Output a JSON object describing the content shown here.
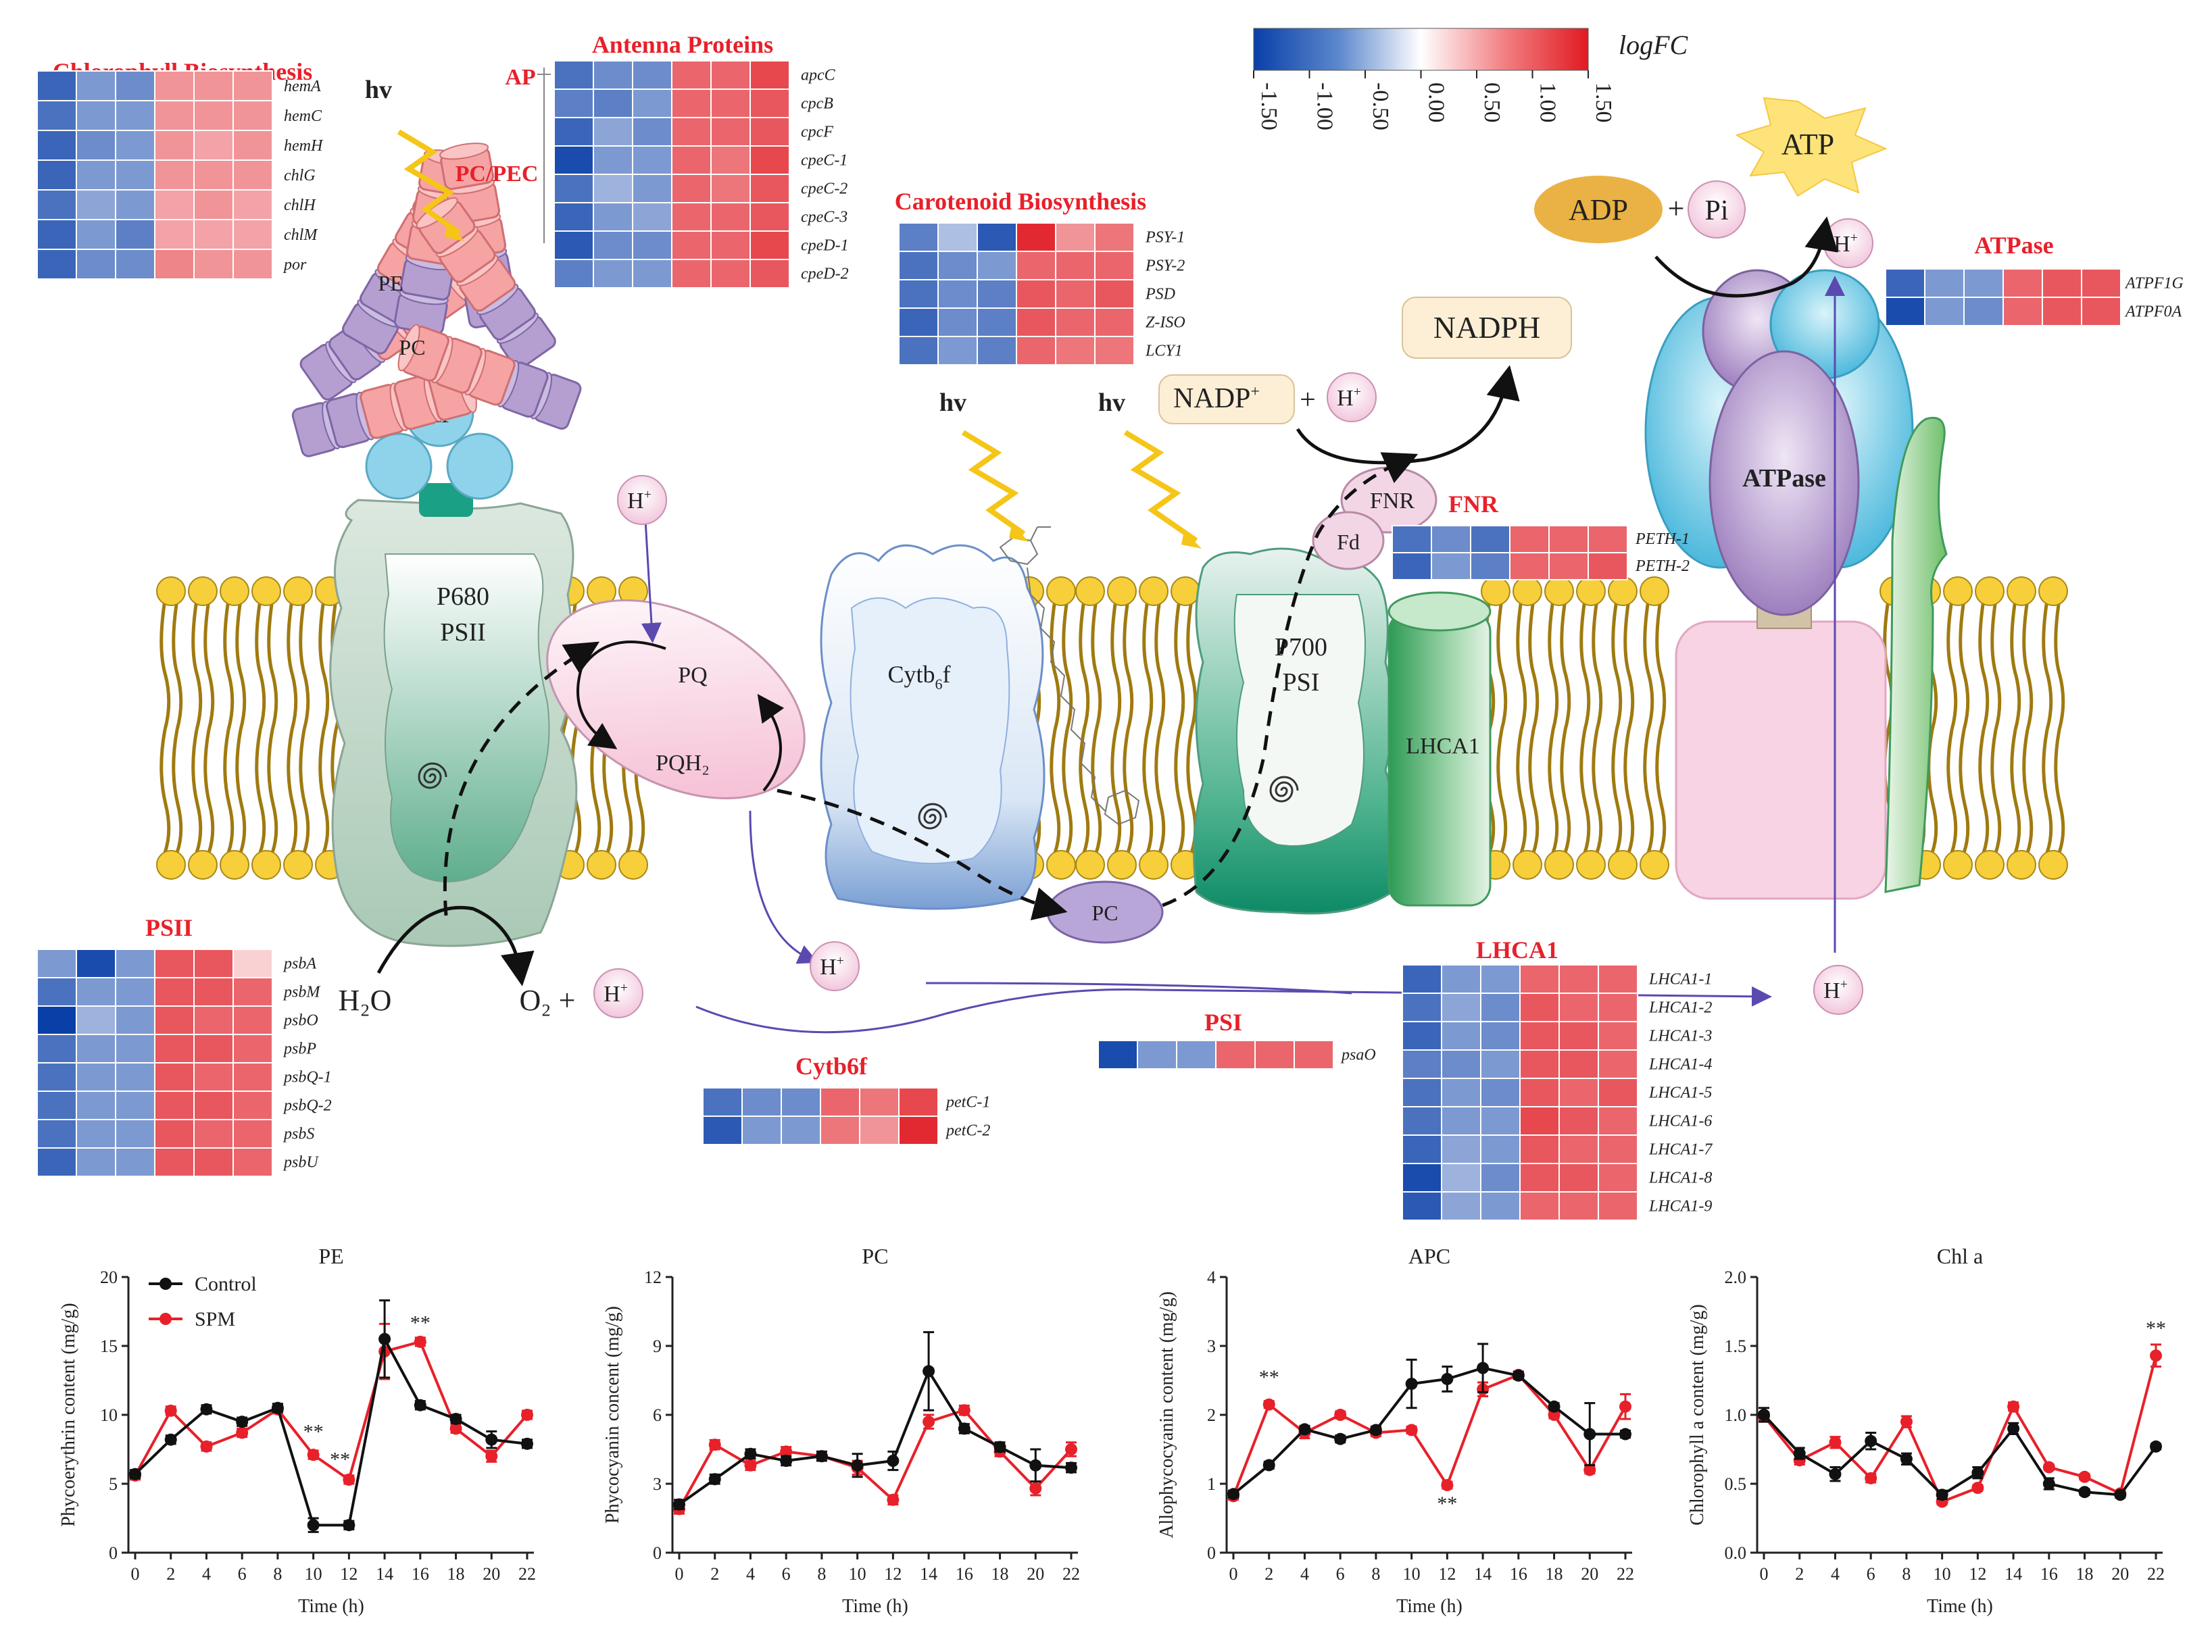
{
  "legend": {
    "title": "logFC",
    "ticks": [
      "-1.50",
      "-1.00",
      "-0.50",
      "0.00",
      "0.50",
      "1.00",
      "1.50"
    ]
  },
  "heatmaps": [
    {
      "id": "chl",
      "title": "Chlorophyll Biosynthesis",
      "genes": [
        "hemA",
        "hemC",
        "hemH",
        "chlG",
        "chlH",
        "chlM",
        "por"
      ],
      "values": [
        [
          -1.2,
          -0.8,
          -0.9,
          0.7,
          0.7,
          0.7
        ],
        [
          -1.1,
          -0.8,
          -0.8,
          0.7,
          0.7,
          0.7
        ],
        [
          -1.2,
          -0.9,
          -0.8,
          0.7,
          0.6,
          0.7
        ],
        [
          -1.2,
          -0.8,
          -0.8,
          0.7,
          0.7,
          0.7
        ],
        [
          -1.1,
          -0.7,
          -0.8,
          0.6,
          0.7,
          0.6
        ],
        [
          -1.2,
          -0.8,
          -1.0,
          0.6,
          0.6,
          0.6
        ],
        [
          -1.2,
          -0.9,
          -0.9,
          0.8,
          0.7,
          0.7
        ]
      ]
    },
    {
      "id": "antenna",
      "title": "Antenna Proteins",
      "genes": [
        "apcC",
        "cpcB",
        "cpcF",
        "cpeC-1",
        "cpeC-2",
        "cpeC-3",
        "cpeD-1",
        "cpeD-2"
      ],
      "values": [
        [
          -1.1,
          -0.9,
          -0.9,
          1.0,
          1.0,
          1.2
        ],
        [
          -1.0,
          -1.0,
          -0.8,
          1.0,
          1.0,
          1.1
        ],
        [
          -1.2,
          -0.7,
          -0.9,
          1.0,
          1.0,
          1.1
        ],
        [
          -1.4,
          -0.8,
          -0.8,
          1.0,
          0.9,
          1.2
        ],
        [
          -1.1,
          -0.6,
          -0.8,
          1.0,
          0.9,
          1.1
        ],
        [
          -1.2,
          -0.8,
          -0.7,
          1.0,
          1.0,
          1.1
        ],
        [
          -1.3,
          -0.9,
          -0.9,
          1.0,
          1.0,
          1.2
        ],
        [
          -1.0,
          -0.8,
          -0.8,
          1.0,
          1.0,
          1.1
        ]
      ]
    },
    {
      "id": "carot",
      "title": "Carotenoid Biosynthesis",
      "genes": [
        "PSY-1",
        "PSY-2",
        "PSD",
        "Z-ISO",
        "LCY1"
      ],
      "values": [
        [
          -1.0,
          -0.5,
          -1.3,
          1.4,
          0.7,
          0.9
        ],
        [
          -1.1,
          -0.9,
          -0.8,
          1.0,
          1.0,
          1.0
        ],
        [
          -1.1,
          -0.9,
          -1.0,
          1.1,
          1.0,
          1.1
        ],
        [
          -1.2,
          -0.9,
          -1.0,
          1.1,
          1.0,
          1.0
        ],
        [
          -1.1,
          -0.8,
          -1.0,
          1.0,
          0.9,
          0.9
        ]
      ]
    },
    {
      "id": "atpase",
      "title": "ATPase",
      "genes": [
        "ATPF1G",
        "ATPF0A"
      ],
      "values": [
        [
          -1.2,
          -0.8,
          -0.8,
          1.0,
          1.1,
          1.1
        ],
        [
          -1.4,
          -0.8,
          -0.9,
          1.0,
          1.1,
          1.1
        ]
      ]
    },
    {
      "id": "fnr",
      "title": "FNR",
      "genes": [
        "PETH-1",
        "PETH-2"
      ],
      "values": [
        [
          -1.1,
          -0.9,
          -1.1,
          1.0,
          1.0,
          1.0
        ],
        [
          -1.2,
          -0.8,
          -1.0,
          1.0,
          1.0,
          1.1
        ]
      ]
    },
    {
      "id": "psii",
      "title": "PSII",
      "genes": [
        "psbA",
        "psbM",
        "psbO",
        "psbP",
        "psbQ-1",
        "psbQ-2",
        "psbS",
        "psbU"
      ],
      "values": [
        [
          -0.8,
          -1.4,
          -0.8,
          1.1,
          1.1,
          0.3
        ],
        [
          -1.1,
          -0.8,
          -0.8,
          1.1,
          1.1,
          1.0
        ],
        [
          -1.5,
          -0.6,
          -0.8,
          1.1,
          1.0,
          1.0
        ],
        [
          -1.1,
          -0.8,
          -0.8,
          1.1,
          1.1,
          1.0
        ],
        [
          -1.1,
          -0.8,
          -0.8,
          1.1,
          1.0,
          1.0
        ],
        [
          -1.1,
          -0.8,
          -0.8,
          1.1,
          1.1,
          1.0
        ],
        [
          -1.1,
          -0.8,
          -0.8,
          1.1,
          1.0,
          1.0
        ],
        [
          -1.2,
          -0.8,
          -0.8,
          1.1,
          1.1,
          1.0
        ]
      ]
    },
    {
      "id": "cytb6f",
      "title": "Cytb6f",
      "genes": [
        "petC-1",
        "petC-2"
      ],
      "values": [
        [
          -1.1,
          -0.9,
          -0.9,
          1.0,
          0.9,
          1.2
        ],
        [
          -1.3,
          -0.8,
          -0.8,
          0.9,
          0.7,
          1.4
        ]
      ]
    },
    {
      "id": "psi",
      "title": "PSI",
      "genes": [
        "psaO"
      ],
      "values": [
        [
          -1.4,
          -0.8,
          -0.8,
          1.0,
          1.0,
          1.0
        ]
      ]
    },
    {
      "id": "lhca1",
      "title": "LHCA1",
      "genes": [
        "LHCA1-1",
        "LHCA1-2",
        "LHCA1-3",
        "LHCA1-4",
        "LHCA1-5",
        "LHCA1-6",
        "LHCA1-7",
        "LHCA1-8",
        "LHCA1-9"
      ],
      "values": [
        [
          -1.2,
          -0.8,
          -0.8,
          1.0,
          1.0,
          1.0
        ],
        [
          -1.1,
          -0.7,
          -0.9,
          1.1,
          1.0,
          1.0
        ],
        [
          -1.2,
          -0.8,
          -0.9,
          1.1,
          1.1,
          1.0
        ],
        [
          -1.0,
          -0.9,
          -0.8,
          1.1,
          1.1,
          1.0
        ],
        [
          -1.1,
          -0.8,
          -0.9,
          1.1,
          1.0,
          1.1
        ],
        [
          -1.1,
          -0.8,
          -0.8,
          1.2,
          1.1,
          1.0
        ],
        [
          -1.2,
          -0.7,
          -0.8,
          1.1,
          1.0,
          1.0
        ],
        [
          -1.4,
          -0.6,
          -0.9,
          1.1,
          1.1,
          1.0
        ],
        [
          -1.3,
          -0.7,
          -0.8,
          1.0,
          1.0,
          1.0
        ]
      ]
    }
  ],
  "labels": {
    "hv": "hv",
    "ap_red": "AP",
    "pcpec_red": "PC/PEC",
    "pe": "PE",
    "pc": "PC",
    "ap": "AP",
    "p680": "P680",
    "psii": "PSII",
    "p700": "P700",
    "psi": "PSI",
    "pq": "PQ",
    "pqh2": "PQH₂",
    "cytb6f_a": "Cytb",
    "cytb6f_sub": "6",
    "cytb6f_b": "f",
    "lhca1": "LHCA1",
    "atpase": "ATPase",
    "fnr": "FNR",
    "fd": "Fd",
    "pc_small": "PC",
    "h": "H",
    "hplus": "+",
    "h2o": "H₂O",
    "o2": "O₂ +",
    "atp": "ATP",
    "adp": "ADP",
    "plus": "+",
    "pi": "Pi",
    "nadph": "NADPH",
    "nadp": "NADP",
    "nadp_sup": "+"
  },
  "chart_data": [
    {
      "type": "line",
      "title": "PE",
      "xlabel": "Time (h)",
      "ylabel": "Phycoerythrin content (mg/g)",
      "ylim": [
        0,
        20
      ],
      "yticks": [
        0,
        5,
        10,
        15,
        20
      ],
      "xticks": [
        0,
        2,
        4,
        6,
        8,
        10,
        12,
        14,
        16,
        18,
        20,
        22
      ],
      "legend": [
        "Control",
        "SPM"
      ],
      "x": [
        0,
        2,
        4,
        6,
        8,
        10,
        12,
        14,
        16,
        18,
        20,
        22
      ],
      "series": [
        {
          "name": "Control",
          "color": "#111111",
          "values": [
            5.7,
            8.2,
            10.4,
            9.5,
            10.5,
            2.0,
            2.0,
            15.5,
            10.7,
            9.7,
            8.2,
            7.9
          ],
          "err": [
            0.3,
            0.3,
            0.3,
            0.3,
            0.3,
            0.5,
            0.3,
            2.8,
            0.3,
            0.3,
            0.6,
            0.3
          ]
        },
        {
          "name": "SPM",
          "color": "#e8202a",
          "values": [
            5.6,
            10.3,
            7.7,
            8.7,
            10.4,
            7.1,
            5.3,
            14.6,
            15.3,
            9.0,
            7.0,
            10.0
          ],
          "err": [
            0.3,
            0.3,
            0.3,
            0.3,
            0.3,
            0.3,
            0.3,
            2.0,
            0.3,
            0.3,
            0.4,
            0.3
          ]
        }
      ],
      "annotations": [
        {
          "x": 10,
          "y": 8.3,
          "text": "**"
        },
        {
          "x": 11.5,
          "y": 6.3,
          "text": "**"
        },
        {
          "x": 16,
          "y": 16.2,
          "text": "**"
        }
      ]
    },
    {
      "type": "line",
      "title": "PC",
      "xlabel": "Time (h)",
      "ylabel": "Phycocyanin concent (mg/g)",
      "ylim": [
        0,
        12
      ],
      "yticks": [
        0,
        3,
        6,
        9,
        12
      ],
      "xticks": [
        0,
        2,
        4,
        6,
        8,
        10,
        12,
        14,
        16,
        18,
        20,
        22
      ],
      "x": [
        0,
        2,
        4,
        6,
        8,
        10,
        12,
        14,
        16,
        18,
        20,
        22
      ],
      "series": [
        {
          "name": "Control",
          "color": "#111111",
          "values": [
            2.1,
            3.2,
            4.3,
            4.0,
            4.2,
            3.8,
            4.0,
            7.9,
            5.4,
            4.6,
            3.8,
            3.7
          ],
          "err": [
            0.2,
            0.2,
            0.2,
            0.2,
            0.2,
            0.5,
            0.4,
            1.7,
            0.2,
            0.2,
            0.7,
            0.2
          ]
        },
        {
          "name": "SPM",
          "color": "#e8202a",
          "values": [
            1.9,
            4.7,
            3.8,
            4.4,
            4.2,
            3.7,
            2.3,
            5.7,
            6.2,
            4.4,
            2.8,
            4.5
          ],
          "err": [
            0.2,
            0.2,
            0.2,
            0.2,
            0.2,
            0.3,
            0.2,
            0.3,
            0.2,
            0.2,
            0.3,
            0.3
          ]
        }
      ]
    },
    {
      "type": "line",
      "title": "APC",
      "xlabel": "Time (h)",
      "ylabel": "Allophycocyanin content (mg/g)",
      "ylim": [
        0,
        4
      ],
      "yticks": [
        0,
        1,
        2,
        3,
        4
      ],
      "xticks": [
        0,
        2,
        4,
        6,
        8,
        10,
        12,
        14,
        16,
        18,
        20,
        22
      ],
      "x": [
        0,
        2,
        4,
        6,
        8,
        10,
        12,
        14,
        16,
        18,
        20,
        22
      ],
      "series": [
        {
          "name": "Control",
          "color": "#111111",
          "values": [
            0.85,
            1.27,
            1.79,
            1.65,
            1.78,
            2.45,
            2.52,
            2.68,
            2.57,
            2.12,
            1.72,
            1.72
          ],
          "err": [
            0.05,
            0.05,
            0.05,
            0.05,
            0.05,
            0.35,
            0.18,
            0.35,
            0.05,
            0.05,
            0.45,
            0.05
          ]
        },
        {
          "name": "SPM",
          "color": "#e8202a",
          "values": [
            0.82,
            2.15,
            1.74,
            2.0,
            1.74,
            1.78,
            0.98,
            2.37,
            2.58,
            2.0,
            1.2,
            2.12
          ],
          "err": [
            0.05,
            0.05,
            0.08,
            0.05,
            0.05,
            0.05,
            0.05,
            0.1,
            0.05,
            0.05,
            0.05,
            0.18
          ]
        }
      ],
      "annotations": [
        {
          "x": 2,
          "y": 2.45,
          "text": "**"
        },
        {
          "x": 12,
          "y": 0.62,
          "text": "**"
        }
      ]
    },
    {
      "type": "line",
      "title": "Chl a",
      "xlabel": "Time (h)",
      "ylabel": "Chlorophyll a content (mg/g)",
      "ylim": [
        0,
        2
      ],
      "yticks": [
        "0.0",
        "0.5",
        "1.0",
        "1.5",
        "2.0"
      ],
      "xticks": [
        0,
        2,
        4,
        6,
        8,
        10,
        12,
        14,
        16,
        18,
        20,
        22
      ],
      "x": [
        0,
        2,
        4,
        6,
        8,
        10,
        12,
        14,
        16,
        18,
        20,
        22
      ],
      "series": [
        {
          "name": "Control",
          "color": "#111111",
          "values": [
            1.0,
            0.72,
            0.57,
            0.81,
            0.68,
            0.42,
            0.58,
            0.9,
            0.5,
            0.44,
            0.42,
            0.77
          ],
          "err": [
            0.05,
            0.04,
            0.05,
            0.06,
            0.04,
            0.03,
            0.04,
            0.04,
            0.04,
            0.02,
            0.02,
            0.02
          ]
        },
        {
          "name": "SPM",
          "color": "#e8202a",
          "values": [
            0.99,
            0.67,
            0.8,
            0.54,
            0.95,
            0.37,
            0.47,
            1.06,
            0.62,
            0.55,
            0.43,
            1.43
          ],
          "err": [
            0.03,
            0.03,
            0.04,
            0.03,
            0.04,
            0.02,
            0.02,
            0.03,
            0.02,
            0.02,
            0.02,
            0.08
          ]
        }
      ],
      "annotations": [
        {
          "x": 22,
          "y": 1.58,
          "text": "**"
        }
      ]
    }
  ]
}
